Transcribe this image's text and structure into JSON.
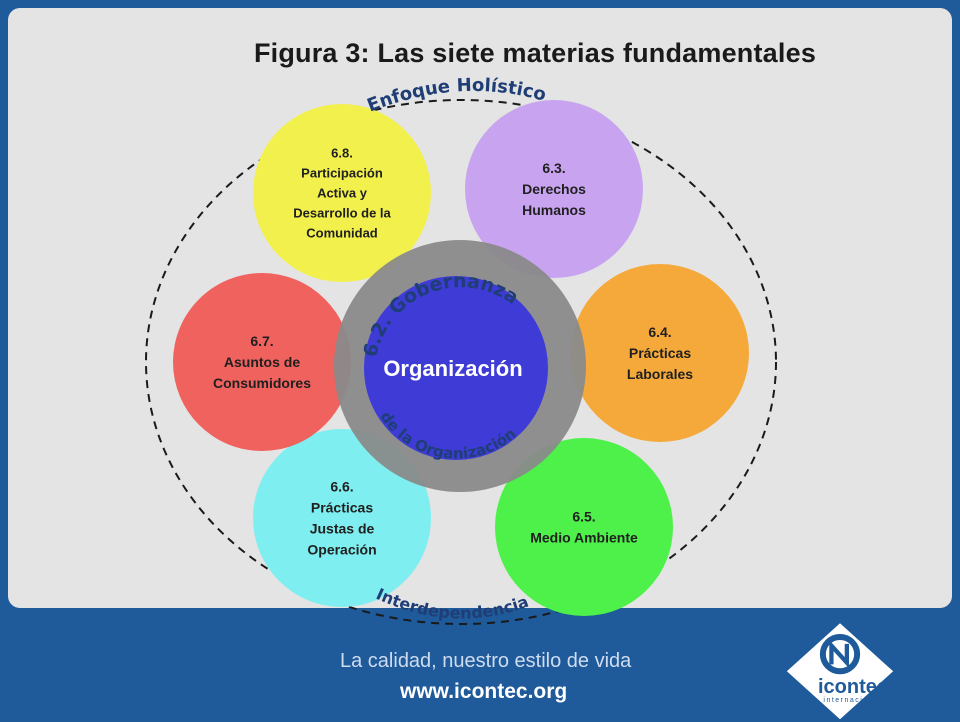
{
  "title": "Figura 3: Las siete materias fundamentales",
  "arcs": {
    "top": "Enfoque Holístico",
    "bottom": "Interdependencia"
  },
  "center": {
    "label": "Organización",
    "ring_top": "6.2. Gobernanza",
    "ring_bottom": "de la Organización"
  },
  "subjects": [
    {
      "id": "6.8",
      "lines": [
        "6.8.",
        "Participación",
        "Activa y",
        "Desarrollo de la",
        "Comunidad"
      ],
      "color": "#f2f04d"
    },
    {
      "id": "6.3",
      "lines": [
        "6.3.",
        "Derechos",
        "Humanos"
      ],
      "color": "#c8a4f0"
    },
    {
      "id": "6.4",
      "lines": [
        "6.4.",
        "Prácticas",
        "Laborales"
      ],
      "color": "#f5a93a"
    },
    {
      "id": "6.5",
      "lines": [
        "6.5.",
        "Medio Ambiente"
      ],
      "color": "#4ef04a"
    },
    {
      "id": "6.6",
      "lines": [
        "6.6.",
        "Prácticas",
        "Justas de",
        "Operación"
      ],
      "color": "#7eeef0"
    },
    {
      "id": "6.7",
      "lines": [
        "6.7.",
        "Asuntos de",
        "Consumidores"
      ],
      "color": "#f0625e"
    }
  ],
  "colors": {
    "background": "#1f5a9a",
    "panel": "#e4e4e4",
    "ring": "#8a8a8a",
    "center": "#3e3bd6"
  },
  "footer": {
    "tagline": "La calidad, nuestro estilo de vida",
    "url": "www.icontec.org"
  },
  "logo": {
    "name": "icontec",
    "sub": "internacional",
    "icon": "icontec-n-logo-icon"
  }
}
